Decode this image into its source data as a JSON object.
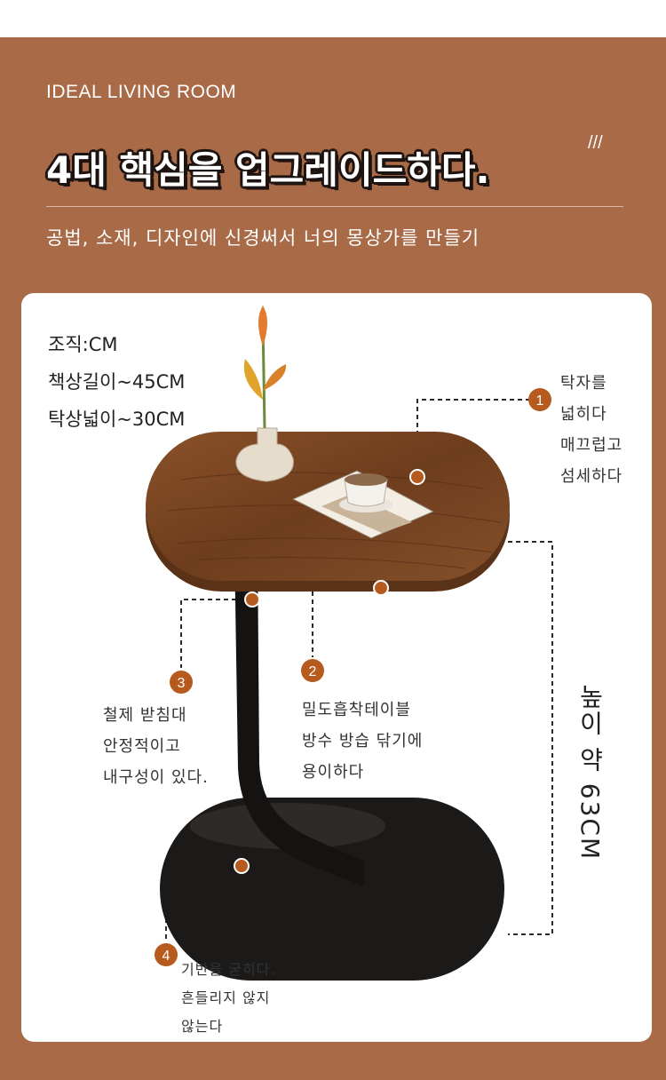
{
  "header": {
    "eyebrow": "IDEAL LIVING ROOM",
    "headline": "4대 핵심을 업그레이드하다.",
    "decoration": "///",
    "subtitle": "공법, 소재, 디자인에 신경써서 너의 몽상가를 만들기"
  },
  "specs": [
    "조직:CM",
    "책상길이~45CM",
    "탁상넓이~30CM"
  ],
  "callouts": [
    {
      "number": "1",
      "lines": [
        "탁자를",
        "넓히다",
        "매끄럽고",
        "섬세하다"
      ]
    },
    {
      "number": "2",
      "lines": [
        "밀도흡착테이블",
        "방수 방습 닦기에",
        "용이하다"
      ]
    },
    {
      "number": "3",
      "lines": [
        "철제 받침대",
        "안정적이고",
        "내구성이 있다."
      ]
    },
    {
      "number": "4",
      "lines": [
        "기반을 굳히다.",
        "흔들리지 않지",
        "않는다"
      ]
    }
  ],
  "height_label": "높이 약 63CM",
  "colors": {
    "band": "#a86a47",
    "marker": "#b65a1e",
    "wood": "#7a4522",
    "metal": "#1c1a19",
    "card": "#ffffff"
  }
}
